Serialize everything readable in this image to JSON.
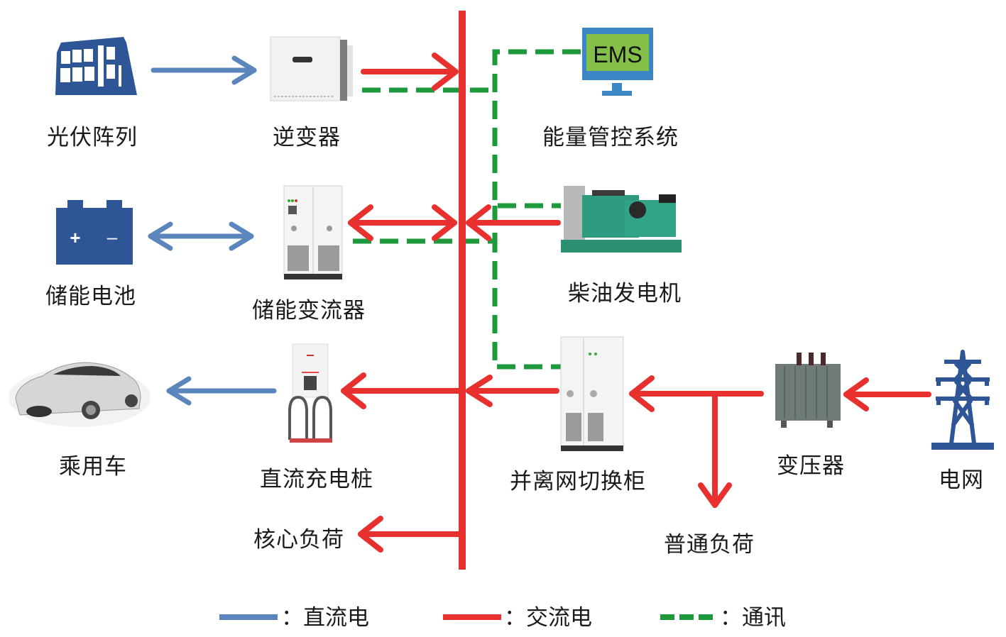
{
  "colors": {
    "dc": "#5b86bd",
    "ac": "#e8302e",
    "comm": "#1e9a3c",
    "icon_blue": "#2e5596",
    "ems_screen": "#84bf4a",
    "ems_frame": "#3d86c6"
  },
  "components": {
    "pv_array": "光伏阵列",
    "inverter": "逆变器",
    "ems_system": "能量管控系统",
    "ems_screen_text": "EMS",
    "battery": "储能电池",
    "battery_plus": "+",
    "battery_minus": "–",
    "pcs": "储能变流器",
    "diesel_generator": "柴油发电机",
    "car": "乘用车",
    "dc_charger": "直流充电桩",
    "switch_cabinet": "并离网切换柜",
    "transformer": "变压器",
    "grid": "电网",
    "core_load": "核心负荷",
    "normal_load": "普通负荷"
  },
  "legend": {
    "dc_label": "：直流电",
    "ac_label": "：交流电",
    "comm_label": "：通讯"
  },
  "connections": [
    {
      "from": "光伏阵列",
      "to": "逆变器",
      "type": "dc",
      "direction": "forward"
    },
    {
      "from": "逆变器",
      "to": "AC bus",
      "type": "ac",
      "direction": "forward"
    },
    {
      "from": "逆变器",
      "to": "能量管控系统",
      "type": "comm"
    },
    {
      "from": "储能电池",
      "to": "储能变流器",
      "type": "dc",
      "direction": "bidirectional"
    },
    {
      "from": "储能变流器",
      "to": "AC bus",
      "type": "ac",
      "direction": "bidirectional"
    },
    {
      "from": "储能变流器",
      "to": "能量管控系统",
      "type": "comm"
    },
    {
      "from": "柴油发电机",
      "to": "AC bus",
      "type": "ac",
      "direction": "forward"
    },
    {
      "from": "柴油发电机",
      "to": "能量管控系统",
      "type": "comm"
    },
    {
      "from": "AC bus",
      "to": "直流充电桩",
      "type": "ac",
      "direction": "forward"
    },
    {
      "from": "直流充电桩",
      "to": "乘用车",
      "type": "dc",
      "direction": "forward"
    },
    {
      "from": "AC bus",
      "to": "核心负荷",
      "type": "ac",
      "direction": "forward"
    },
    {
      "from": "并离网切换柜",
      "to": "AC bus",
      "type": "ac",
      "direction": "forward"
    },
    {
      "from": "并离网切换柜",
      "to": "能量管控系统",
      "type": "comm"
    },
    {
      "from": "变压器",
      "to": "并离网切换柜",
      "type": "ac",
      "direction": "forward"
    },
    {
      "from": "变压器",
      "to": "普通负荷",
      "type": "ac",
      "direction": "forward"
    },
    {
      "from": "电网",
      "to": "变压器",
      "type": "ac",
      "direction": "forward"
    }
  ]
}
